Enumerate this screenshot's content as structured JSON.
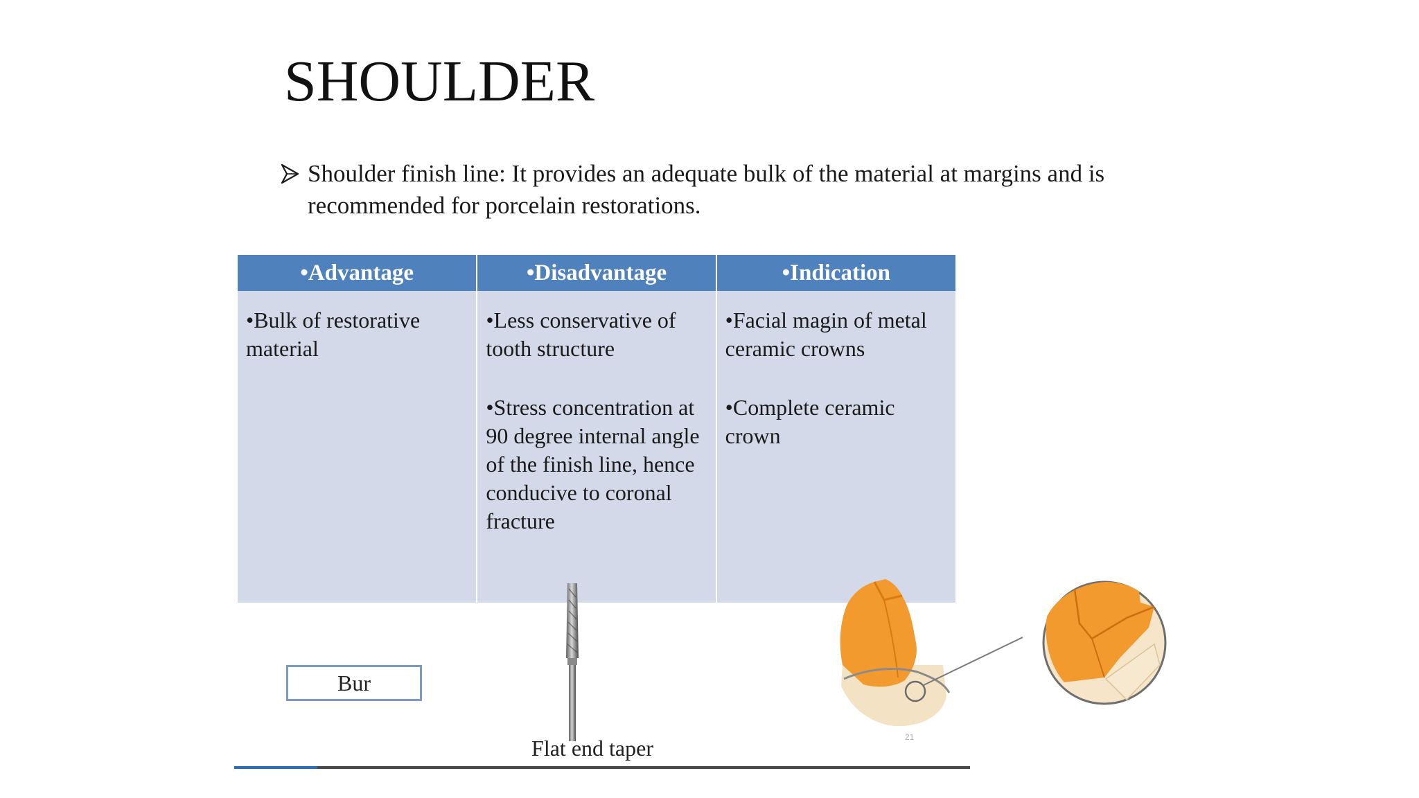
{
  "slide": {
    "title": "SHOULDER",
    "bullet": "Shoulder finish line: It  provides an adequate bulk of the material at margins and is recommended for porcelain restorations.",
    "bullet_icon": "arrow-bullet-icon"
  },
  "table": {
    "headers": [
      "•Advantage",
      "•Disadvantage",
      "•Indication"
    ],
    "advantage": [
      "•Bulk of restorative material"
    ],
    "disadvantage": [
      "•Less conservative of tooth structure",
      "•Stress concentration at 90 degree internal angle of the finish line, hence conducive to coronal fracture"
    ],
    "indication": [
      "•Facial magin of metal ceramic crowns",
      "•Complete ceramic crown"
    ],
    "colors": {
      "header": "#4f81bd",
      "body": "#d3d9e9"
    }
  },
  "figure": {
    "bur_label": "Bur",
    "bur_caption": "Flat end taper",
    "page_number": "21"
  }
}
